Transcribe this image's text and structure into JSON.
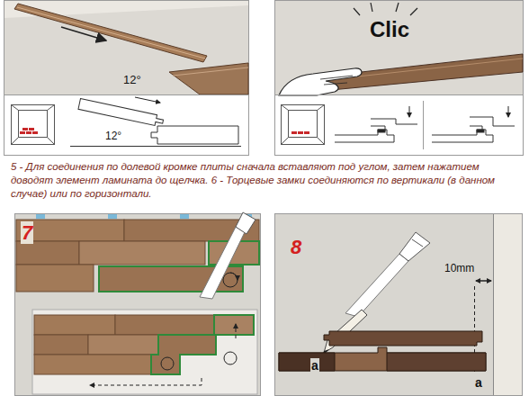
{
  "diagram": {
    "caption": "5 - Для соединения по долевой кромке плиты сначала вставляют под углом, затем нажатием доводят элемент ламината до щелчка. 6 - Торцевые замки соединяются по вертикали (в данном случае) или по горизонтали.",
    "labels": [
      "12°",
      "12°",
      "Clic",
      "7",
      "8",
      "10mm",
      "a",
      "a"
    ]
  }
}
